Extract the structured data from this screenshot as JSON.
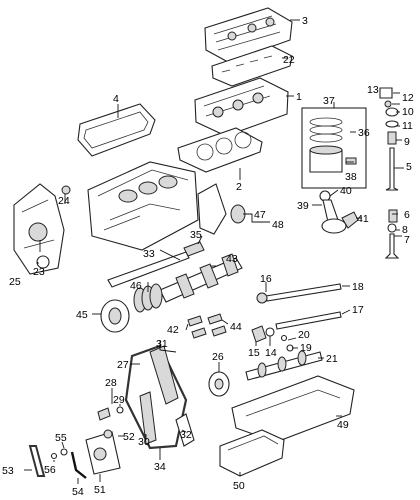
{
  "callouts": [
    {
      "id": "1",
      "label": "1"
    },
    {
      "id": "2",
      "label": "2"
    },
    {
      "id": "3",
      "label": "3"
    },
    {
      "id": "4",
      "label": "4"
    },
    {
      "id": "5",
      "label": "5"
    },
    {
      "id": "6",
      "label": "6"
    },
    {
      "id": "7",
      "label": "7"
    },
    {
      "id": "8",
      "label": "8"
    },
    {
      "id": "9",
      "label": "9"
    },
    {
      "id": "10",
      "label": "10"
    },
    {
      "id": "11",
      "label": "11"
    },
    {
      "id": "12",
      "label": "12"
    },
    {
      "id": "13",
      "label": "13"
    },
    {
      "id": "14",
      "label": "14"
    },
    {
      "id": "15",
      "label": "15"
    },
    {
      "id": "16",
      "label": "16"
    },
    {
      "id": "17",
      "label": "17"
    },
    {
      "id": "18",
      "label": "18"
    },
    {
      "id": "19",
      "label": "19"
    },
    {
      "id": "20",
      "label": "20"
    },
    {
      "id": "21",
      "label": "21"
    },
    {
      "id": "22",
      "label": "22"
    },
    {
      "id": "23",
      "label": "23"
    },
    {
      "id": "24",
      "label": "24"
    },
    {
      "id": "25",
      "label": "25"
    },
    {
      "id": "26",
      "label": "26"
    },
    {
      "id": "27",
      "label": "27"
    },
    {
      "id": "28",
      "label": "28"
    },
    {
      "id": "29",
      "label": "29"
    },
    {
      "id": "30",
      "label": "30"
    },
    {
      "id": "31",
      "label": "31"
    },
    {
      "id": "32",
      "label": "32"
    },
    {
      "id": "33",
      "label": "33"
    },
    {
      "id": "34",
      "label": "34"
    },
    {
      "id": "35",
      "label": "35"
    },
    {
      "id": "36",
      "label": "36"
    },
    {
      "id": "37",
      "label": "37"
    },
    {
      "id": "38",
      "label": "38"
    },
    {
      "id": "39",
      "label": "39"
    },
    {
      "id": "40",
      "label": "40"
    },
    {
      "id": "41",
      "label": "41"
    },
    {
      "id": "42",
      "label": "42"
    },
    {
      "id": "43",
      "label": "43"
    },
    {
      "id": "44",
      "label": "44"
    },
    {
      "id": "45",
      "label": "45"
    },
    {
      "id": "46",
      "label": "46"
    },
    {
      "id": "47",
      "label": "47"
    },
    {
      "id": "48",
      "label": "48"
    },
    {
      "id": "49",
      "label": "49"
    },
    {
      "id": "50",
      "label": "50"
    },
    {
      "id": "51",
      "label": "51"
    },
    {
      "id": "52",
      "label": "52"
    },
    {
      "id": "53",
      "label": "53"
    },
    {
      "id": "54",
      "label": "54"
    },
    {
      "id": "55",
      "label": "55"
    },
    {
      "id": "56",
      "label": "56"
    }
  ]
}
